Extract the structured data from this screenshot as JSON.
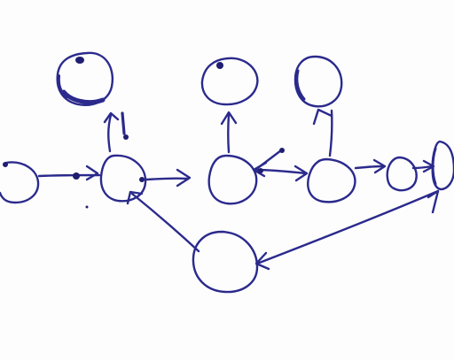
{
  "ink_color": "#2b2a8c",
  "paper_color": "#fdfdfe",
  "nodes": [
    {
      "id": "n1"
    },
    {
      "id": "n2"
    },
    {
      "id": "n3"
    },
    {
      "id": "n4"
    },
    {
      "id": "n5"
    },
    {
      "id": "n6"
    },
    {
      "id": "n7"
    },
    {
      "id": "n8"
    },
    {
      "id": "n9"
    },
    {
      "id": "n10"
    },
    {
      "id": "n11"
    },
    {
      "id": "n12"
    }
  ],
  "edges": [
    {
      "from": "n5",
      "to": "n1",
      "direction": "up"
    },
    {
      "from": "n6",
      "to": "n2",
      "direction": "up"
    },
    {
      "from": "n7",
      "to": "n3",
      "direction": "up"
    },
    {
      "from": "n5",
      "to": "n4",
      "direction": "left"
    },
    {
      "from": "n5",
      "to": "n6",
      "direction": "right"
    },
    {
      "from": "n6",
      "to": "n7",
      "direction": "right"
    },
    {
      "from": "n7",
      "to": "n8",
      "direction": "right"
    },
    {
      "from": "n8",
      "to": "n9",
      "direction": "right"
    },
    {
      "from": "n10",
      "to": "n5",
      "direction": "up-left"
    },
    {
      "from": "n10",
      "to": "n9",
      "direction": "right"
    }
  ]
}
